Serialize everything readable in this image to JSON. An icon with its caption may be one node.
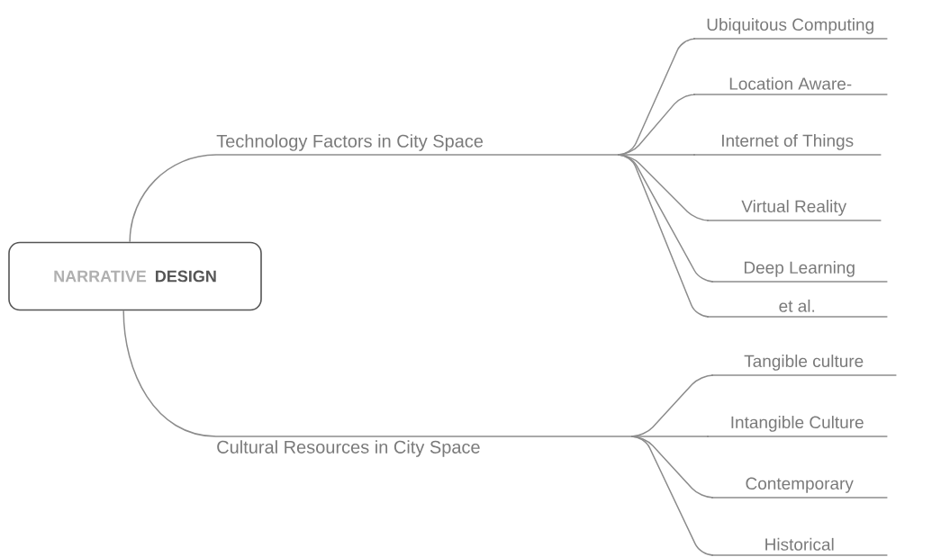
{
  "diagram": {
    "nodes": [
      {
        "text": [
          "NARRATIVE",
          "DESIGN"
        ]
      },
      {
        "text": [
          "Technology Factors in City Space"
        ]
      },
      {
        "text": [
          "Cultural Resources in City Space"
        ]
      },
      {
        "text": [
          "Ubiquitous Computing"
        ]
      },
      {
        "text": [
          "Location Aware-"
        ]
      },
      {
        "text": [
          "Internet of Things"
        ]
      },
      {
        "text": [
          "Virtual Reality"
        ]
      },
      {
        "text": [
          "Deep Learning"
        ]
      },
      {
        "text": [
          "et al."
        ]
      },
      {
        "text": [
          "Tangible culture"
        ]
      },
      {
        "text": [
          "Intangible Culture"
        ]
      },
      {
        "text": [
          "Contemporary"
        ]
      },
      {
        "text": [
          "Historical"
        ]
      }
    ],
    "edges": [
      {
        "from": 0,
        "to": 1,
        "arrow": "none"
      },
      {
        "from": 0,
        "to": 2,
        "arrow": "none"
      },
      {
        "from": 1,
        "to": 3,
        "arrow": "none"
      },
      {
        "from": 1,
        "to": 4,
        "arrow": "none"
      },
      {
        "from": 1,
        "to": 5,
        "arrow": "none"
      },
      {
        "from": 1,
        "to": 6,
        "arrow": "none"
      },
      {
        "from": 1,
        "to": 7,
        "arrow": "none"
      },
      {
        "from": 1,
        "to": 8,
        "arrow": "none"
      },
      {
        "from": 2,
        "to": 9,
        "arrow": "none"
      },
      {
        "from": 2,
        "to": 10,
        "arrow": "none"
      },
      {
        "from": 2,
        "to": 11,
        "arrow": "none"
      },
      {
        "from": 2,
        "to": 12,
        "arrow": "none"
      }
    ]
  }
}
